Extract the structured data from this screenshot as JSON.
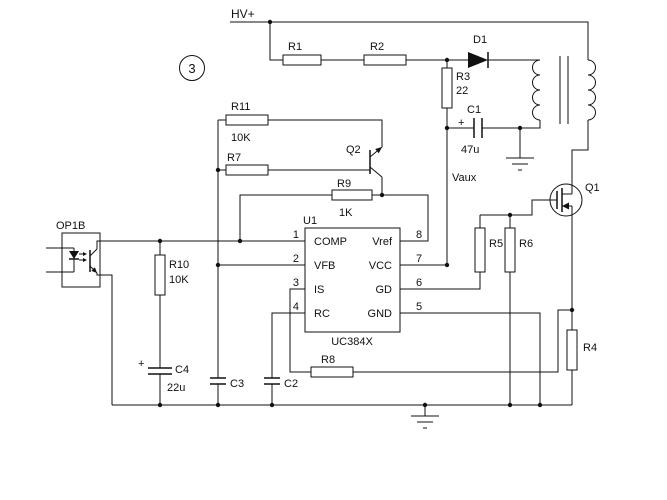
{
  "page": {
    "background": "#ffffff",
    "ink": "#111111"
  },
  "schematic": {
    "figure_number": "3",
    "net_labels": {
      "hv_rail": "HV+",
      "aux_rail": "Vaux"
    },
    "ic_u1": {
      "ref": "U1",
      "part_number": "UC384X",
      "pins_left": [
        {
          "num": "1",
          "name": "COMP"
        },
        {
          "num": "2",
          "name": "VFB"
        },
        {
          "num": "3",
          "name": "IS"
        },
        {
          "num": "4",
          "name": "RC"
        }
      ],
      "pins_right": [
        {
          "num": "8",
          "name": "Vref"
        },
        {
          "num": "7",
          "name": "VCC"
        },
        {
          "num": "6",
          "name": "GD"
        },
        {
          "num": "5",
          "name": "GND"
        }
      ]
    },
    "resistors": {
      "r1": {
        "ref": "R1"
      },
      "r2": {
        "ref": "R2"
      },
      "r3": {
        "ref": "R3",
        "value": "22"
      },
      "r4": {
        "ref": "R4"
      },
      "r5": {
        "ref": "R5"
      },
      "r6": {
        "ref": "R6"
      },
      "r7": {
        "ref": "R7"
      },
      "r8": {
        "ref": "R8"
      },
      "r9": {
        "ref": "R9",
        "value": "1K"
      },
      "r10": {
        "ref": "R10",
        "value": "10K"
      },
      "r11": {
        "ref": "R11",
        "value": "10K"
      }
    },
    "capacitors": {
      "c1": {
        "ref": "C1",
        "value": "47u",
        "polarity": "+"
      },
      "c2": {
        "ref": "C2"
      },
      "c3": {
        "ref": "C3"
      },
      "c4": {
        "ref": "C4",
        "value": "22u",
        "polarity": "+"
      }
    },
    "semiconductors": {
      "d1": {
        "ref": "D1"
      },
      "q1": {
        "ref": "Q1"
      },
      "q2": {
        "ref": "Q2"
      },
      "op1": {
        "ref": "OP1B"
      }
    }
  }
}
